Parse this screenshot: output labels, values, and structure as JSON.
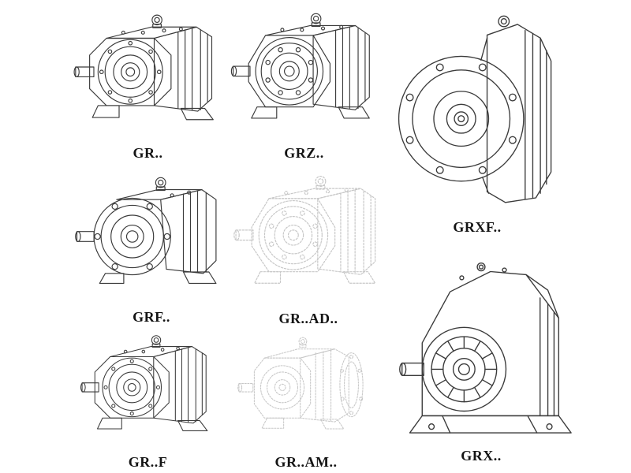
{
  "page": {
    "background": "#ffffff",
    "line_color": "#3b3b3b",
    "ghost_line_color": "#c7c7c7",
    "label_color": "#141414"
  },
  "figures": [
    {
      "id": "gr",
      "label": "GR..",
      "style": "solid",
      "description": "foot-mounted helical gear unit"
    },
    {
      "id": "grz",
      "label": "GRZ..",
      "style": "solid",
      "description": "foot-mounted helical gear unit, bolt-ring front"
    },
    {
      "id": "grxf",
      "label": "GRXF..",
      "style": "solid",
      "description": "large flange-mounted gear unit"
    },
    {
      "id": "grf",
      "label": "GRF..",
      "style": "solid",
      "description": "flange-mounted helical gear unit"
    },
    {
      "id": "gr-ad",
      "label": "GR..AD..",
      "style": "ghost",
      "description": "gear unit with input adapter (phantom view)"
    },
    {
      "id": "gr-f",
      "label": "GR..F",
      "style": "solid",
      "description": "foot-mounted helical gear unit"
    },
    {
      "id": "gr-am",
      "label": "GR..AM..",
      "style": "ghost",
      "description": "gear unit with output flange (phantom view)"
    },
    {
      "id": "grx",
      "label": "GRX..",
      "style": "solid",
      "description": "large foot-mounted gear unit"
    }
  ]
}
